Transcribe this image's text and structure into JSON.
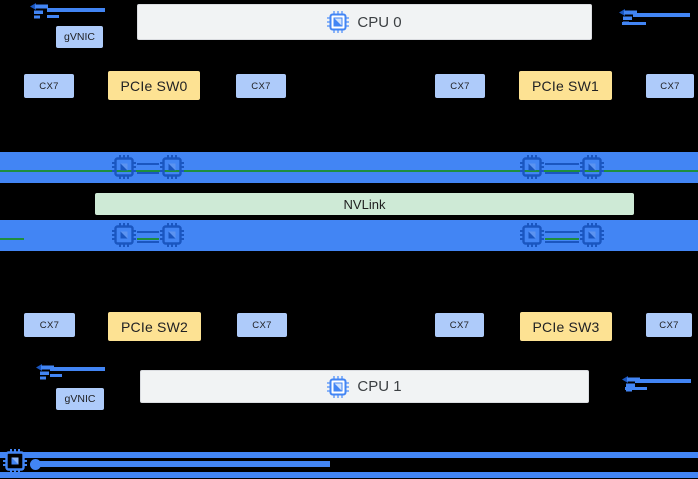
{
  "colors": {
    "background": "#000000",
    "nic_box": "#aecbfa",
    "pcie_box": "#fde293",
    "cpu_box": "#f1f3f4",
    "cpu_box_border": "#dadce0",
    "gpu_bar": "#4285f4",
    "nvlink_bar": "#ceead6",
    "nvlink_link_line": "#1e8e3e",
    "network_line": "#4285f4",
    "text_dark": "#202124"
  },
  "nodes": {
    "cpu0": {
      "label": "CPU 0"
    },
    "cpu1": {
      "label": "CPU 1"
    },
    "gvnic_top": {
      "label": "gVNIC"
    },
    "gvnic_bottom": {
      "label": "gVNIC"
    },
    "pcie": [
      {
        "label": "PCIe SW0"
      },
      {
        "label": "PCIe SW1"
      },
      {
        "label": "PCIe SW2"
      },
      {
        "label": "PCIe SW3"
      }
    ],
    "cx7_top": [
      {
        "label": "CX7"
      },
      {
        "label": "CX7"
      },
      {
        "label": "CX7"
      },
      {
        "label": "CX7"
      }
    ],
    "cx7_bottom": [
      {
        "label": "CX7"
      },
      {
        "label": "CX7"
      },
      {
        "label": "CX7"
      },
      {
        "label": "CX7"
      }
    ],
    "nvlink": {
      "label": "NVLink"
    }
  },
  "gpu_bars": {
    "count": 2,
    "gpu_icons_per_bar": 4
  },
  "network_rails": {
    "count": 2
  },
  "icons": {
    "cpu": "chip-icon",
    "gpu": "gpu-chip-icon",
    "network_link": "network-icon",
    "gpu_network": "accelerator-chip-icon"
  }
}
